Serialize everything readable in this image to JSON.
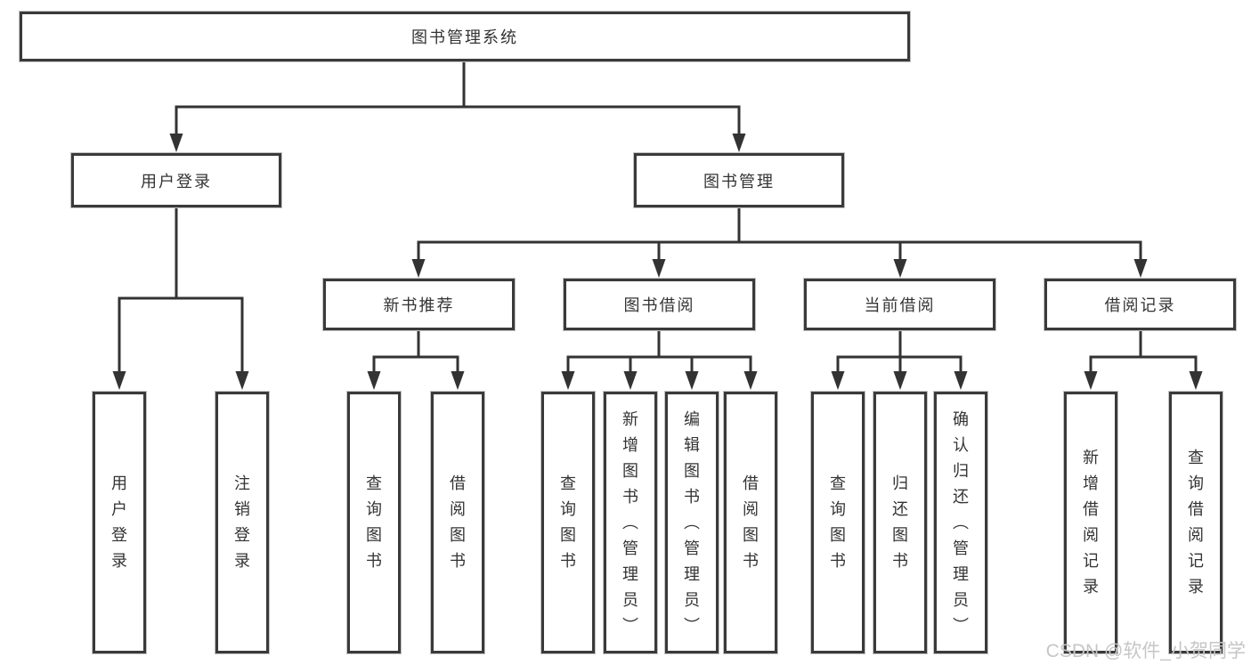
{
  "watermark": "CSDN @软件_小贺同学",
  "colors": {
    "background": "#ffffff",
    "box_fill": "#ffffff",
    "box_border": "#3a3a3a",
    "connector": "#333333",
    "text": "#333333",
    "watermark": "#c6c6c6"
  },
  "tree": {
    "label": "图书管理系统",
    "children": [
      {
        "label": "用户登录",
        "children": [
          {
            "label": "用户登录"
          },
          {
            "label": "注销登录"
          }
        ]
      },
      {
        "label": "图书管理",
        "children": [
          {
            "label": "新书推荐",
            "children": [
              {
                "label": "查询图书"
              },
              {
                "label": "借阅图书"
              }
            ]
          },
          {
            "label": "图书借阅",
            "children": [
              {
                "label": "查询图书"
              },
              {
                "label": "新增图书（管理员）"
              },
              {
                "label": "编辑图书（管理员）"
              },
              {
                "label": "借阅图书"
              }
            ]
          },
          {
            "label": "当前借阅",
            "children": [
              {
                "label": "查询图书"
              },
              {
                "label": "归还图书"
              },
              {
                "label": "确认归还（管理员）"
              }
            ]
          },
          {
            "label": "借阅记录",
            "children": [
              {
                "label": "新增借阅记录"
              },
              {
                "label": "查询借阅记录"
              }
            ]
          }
        ]
      }
    ]
  }
}
